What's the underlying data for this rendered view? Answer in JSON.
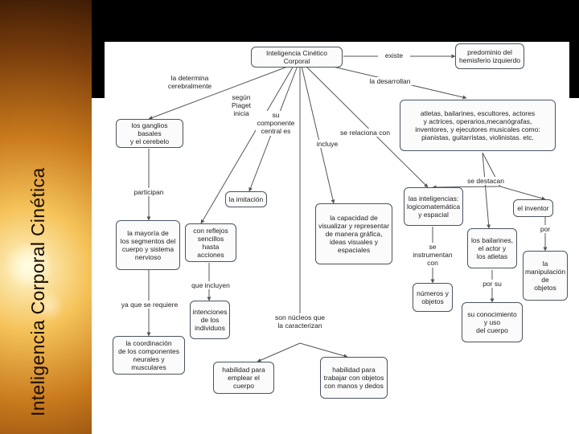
{
  "slide": {
    "vertical_title": "Inteligencia Corporal Cinética"
  },
  "nodes": {
    "central": "Inteligencia Cinético Corporal",
    "predominio": "predominio del\nhemisferio izquierdo",
    "atletas": "atletas, bailarines, escultores, actores\ny actrices, operarios,mecanógrafas,\ninventores, y ejecutores musicales como:\npianistas, guitarristas, violinistas. etc.",
    "ganglios": "los ganglios basales\ny el cerebelo",
    "imitacion": "la imitación",
    "capacidad": "la capacidad de\nvisualizar y representar\nde manera gráfica,\nideas visuales y\nespaciales",
    "logico": "las inteligencias:\nlogicomatemática\ny espacial",
    "inventor": "el inventor",
    "mayoria": "la mayoría de\nlos segmentos del\ncuerpo y sistema\nnervioso",
    "reflejos": "con reflejos\nsencillos\nhasta acciones",
    "bailarines_actor": "los bailarines,\nel actor y\nlos atletas",
    "manipulacion": "la\nmanipulación\nde\nobjetos",
    "intenciones": "intenciones\nde los\nindividuos",
    "numeros": "números y\nobjetos",
    "conocimiento": "su conocimiento\ny uso\ndel cuerpo",
    "coordinacion": "la coordinación\nde los componentes\nneurales y musculares",
    "habilidad_cuerpo": "habilidad para\nemplear el cuerpo",
    "habilidad_objetos": "habilidad para\ntrabajar con objetos\ncon manos y dedos"
  },
  "links": {
    "existe": "existe",
    "la_determina": "la determina\ncerebralmente",
    "segun_piaget": "según\nPiaget\ninicia",
    "su_componente": "su\ncomponente\ncentral es",
    "incluye": "incluye",
    "se_relaciona": "se relaciona con",
    "la_desarrollan": "la desarrollan",
    "se_destacan": "se destacan",
    "participan": "participan",
    "se_instrumentan": "se\ninstrumentan\ncon",
    "por": "por",
    "por_su": "por su",
    "que_incluyen": "que incluyen",
    "ya_que": "ya que se requiere",
    "nucleos": "son núcleos que\nla caracterizan"
  }
}
